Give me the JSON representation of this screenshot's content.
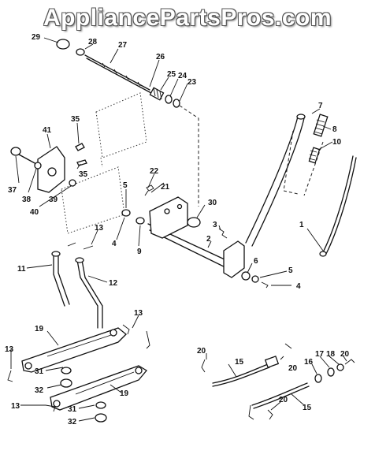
{
  "watermark": "AppliancePartsPros.com",
  "callouts": [
    {
      "id": "c29",
      "label": "29"
    },
    {
      "id": "c28",
      "label": "28"
    },
    {
      "id": "c27",
      "label": "27"
    },
    {
      "id": "c26",
      "label": "26"
    },
    {
      "id": "c25",
      "label": "25"
    },
    {
      "id": "c24",
      "label": "24"
    },
    {
      "id": "c23",
      "label": "23"
    },
    {
      "id": "c7",
      "label": "7"
    },
    {
      "id": "c8",
      "label": "8"
    },
    {
      "id": "c10",
      "label": "10"
    },
    {
      "id": "c35a",
      "label": "35"
    },
    {
      "id": "c41",
      "label": "41"
    },
    {
      "id": "c35b",
      "label": "35"
    },
    {
      "id": "c37",
      "label": "37"
    },
    {
      "id": "c38",
      "label": "38"
    },
    {
      "id": "c40",
      "label": "40"
    },
    {
      "id": "c39",
      "label": "39"
    },
    {
      "id": "c22",
      "label": "22"
    },
    {
      "id": "c21",
      "label": "21"
    },
    {
      "id": "c5a",
      "label": "5"
    },
    {
      "id": "c30",
      "label": "30"
    },
    {
      "id": "c3",
      "label": "3"
    },
    {
      "id": "c1",
      "label": "1"
    },
    {
      "id": "c4a",
      "label": "4"
    },
    {
      "id": "c9",
      "label": "9"
    },
    {
      "id": "c2",
      "label": "2"
    },
    {
      "id": "c13a",
      "label": "13"
    },
    {
      "id": "c11",
      "label": "11"
    },
    {
      "id": "c12",
      "label": "12"
    },
    {
      "id": "c6",
      "label": "6"
    },
    {
      "id": "c5b",
      "label": "5"
    },
    {
      "id": "c4b",
      "label": "4"
    },
    {
      "id": "c13b",
      "label": "13"
    },
    {
      "id": "c19a",
      "label": "19"
    },
    {
      "id": "c13c",
      "label": "13"
    },
    {
      "id": "c31a",
      "label": "31"
    },
    {
      "id": "c32a",
      "label": "32"
    },
    {
      "id": "c19b",
      "label": "19"
    },
    {
      "id": "c13d",
      "label": "13"
    },
    {
      "id": "c31b",
      "label": "31"
    },
    {
      "id": "c32b",
      "label": "32"
    },
    {
      "id": "c20a",
      "label": "20"
    },
    {
      "id": "c15a",
      "label": "15"
    },
    {
      "id": "c20b",
      "label": "20"
    },
    {
      "id": "c16",
      "label": "16"
    },
    {
      "id": "c17",
      "label": "17"
    },
    {
      "id": "c18",
      "label": "18"
    },
    {
      "id": "c20c",
      "label": "20"
    },
    {
      "id": "c20d",
      "label": "20"
    },
    {
      "id": "c15b",
      "label": "15"
    }
  ]
}
